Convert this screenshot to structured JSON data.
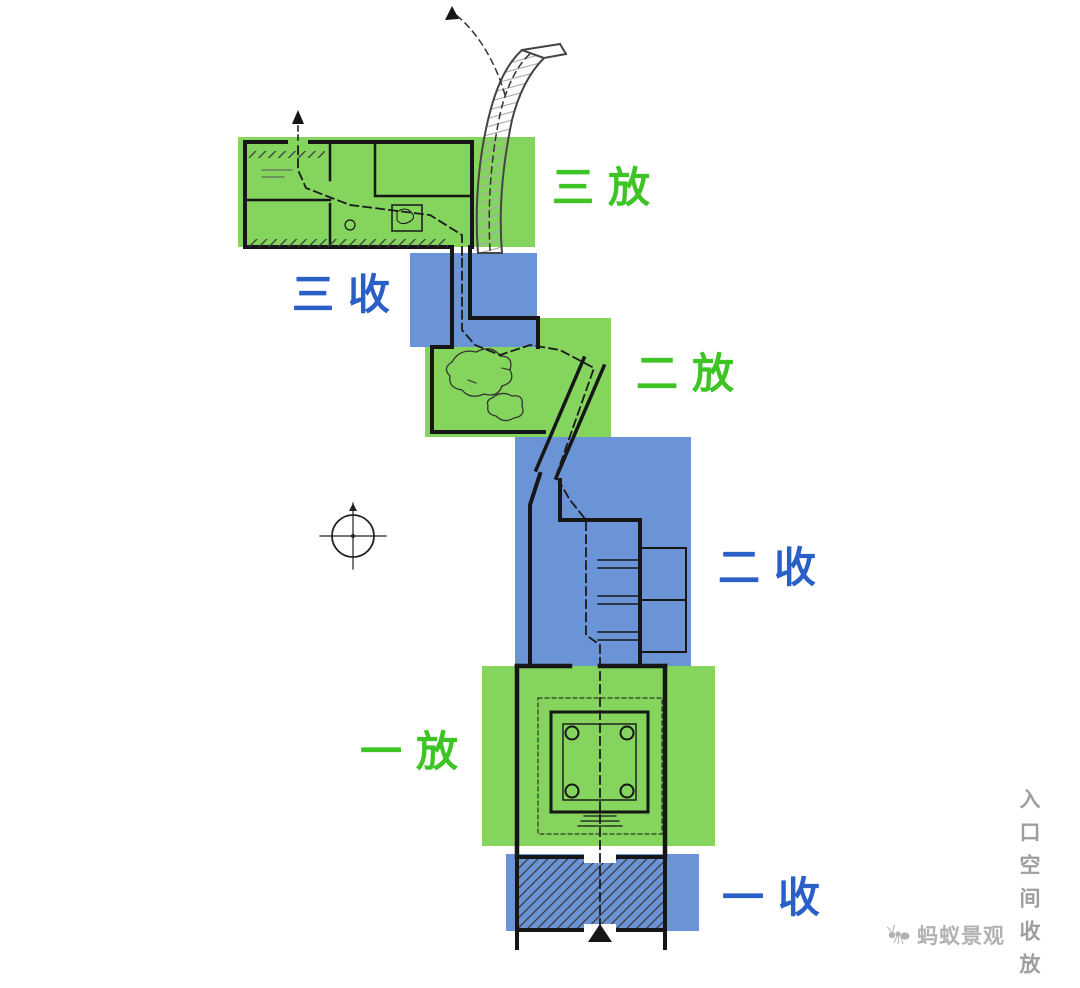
{
  "colors": {
    "zone_green": "#84d45e",
    "zone_blue": "#6b94d6",
    "label_green": "#3fc426",
    "label_blue": "#2a5fc8",
    "side_gray": "#9e9e9e",
    "watermark_gray": "#b2b2b2"
  },
  "zones": [
    {
      "label": "三放",
      "type": "open"
    },
    {
      "label": "三收",
      "type": "closed"
    },
    {
      "label": "二放",
      "type": "open"
    },
    {
      "label": "二收",
      "type": "closed"
    },
    {
      "label": "一放",
      "type": "open"
    },
    {
      "label": "一收",
      "type": "closed"
    }
  ],
  "side_caption": "入口空间收放",
  "watermark": "蚂蚁景观"
}
